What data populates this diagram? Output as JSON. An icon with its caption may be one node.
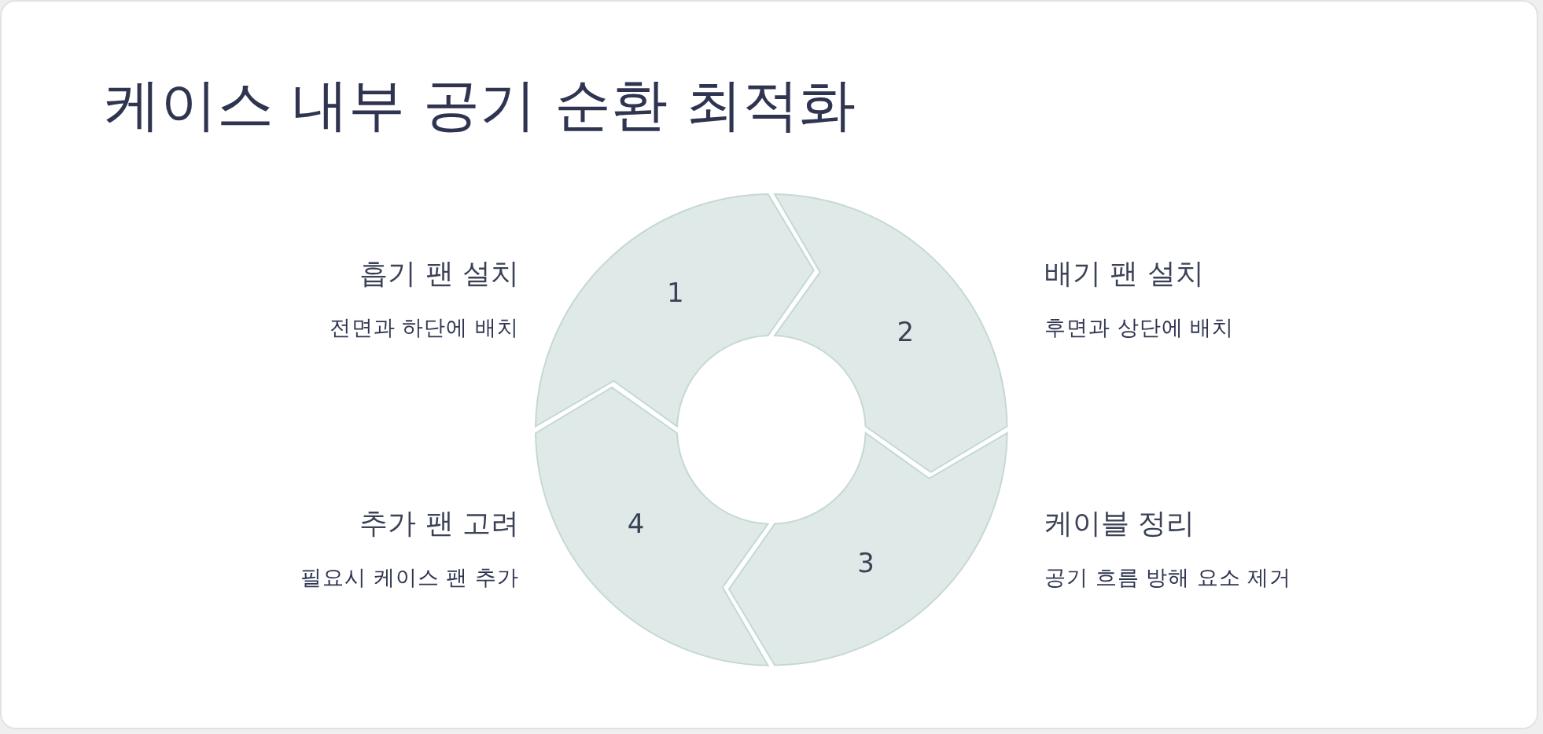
{
  "diagram": {
    "title": "케이스 내부 공기 순환 최적화",
    "nodes": [
      {
        "text": [
          "1"
        ],
        "beside": [
          "흡기 팬 설치",
          "전면과 하단에 배치"
        ]
      },
      {
        "text": [
          "2"
        ],
        "beside": [
          "배기 팬 설치",
          "후면과 상단에 배치"
        ]
      },
      {
        "text": [
          "3"
        ],
        "beside": [
          "케이블 정리",
          "공기 흐름 방해 요소 제거"
        ]
      },
      {
        "text": [
          "4"
        ],
        "beside": [
          "추가 팬 고려",
          "필요시 케이스 팬 추가"
        ]
      }
    ]
  }
}
